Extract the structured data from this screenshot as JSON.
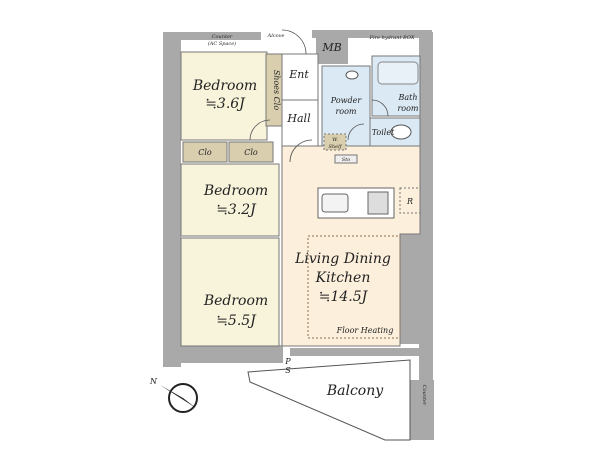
{
  "rooms": {
    "bedroom1": {
      "name": "Bedroom",
      "size": "≒3.6J"
    },
    "bedroom2": {
      "name": "Bedroom",
      "size": "≒3.2J"
    },
    "bedroom3": {
      "name": "Bedroom",
      "size": "≒5.5J"
    },
    "ldk": {
      "line1": "Living Dining",
      "line2": "Kitchen",
      "size": "≒14.5J",
      "note": "Floor Heating"
    },
    "balcony": "Balcony",
    "entrance": "Ent",
    "hall": "Hall",
    "shoes_closet": "Shoes Clo",
    "powder_room": {
      "line1": "Powder",
      "line2": "room"
    },
    "bath_room": {
      "line1": "Bath",
      "line2": "room"
    },
    "toilet": "Toilet",
    "mb": "MB",
    "closet1": "Clo",
    "closet2": "Clo",
    "w_shelf": {
      "line1": "W.",
      "line2": "Shelf"
    },
    "storage": "Sto",
    "refrigerator": "R",
    "ps": {
      "line1": "P",
      "line2": "S"
    },
    "counter_ac": {
      "line1": "Counter",
      "line2": "(AC Space)"
    },
    "alcove": "Alcove",
    "fire_hydrant": "Fire hydrant BOX",
    "counter_balcony": "Counter"
  },
  "compass": {
    "label": "N"
  },
  "colors": {
    "bedroom": "#f8f4dc",
    "closet": "#d9cfae",
    "wet_area": "#dbe9f4",
    "ldk": "#fcefdc",
    "wall": "#a9a9a9"
  }
}
